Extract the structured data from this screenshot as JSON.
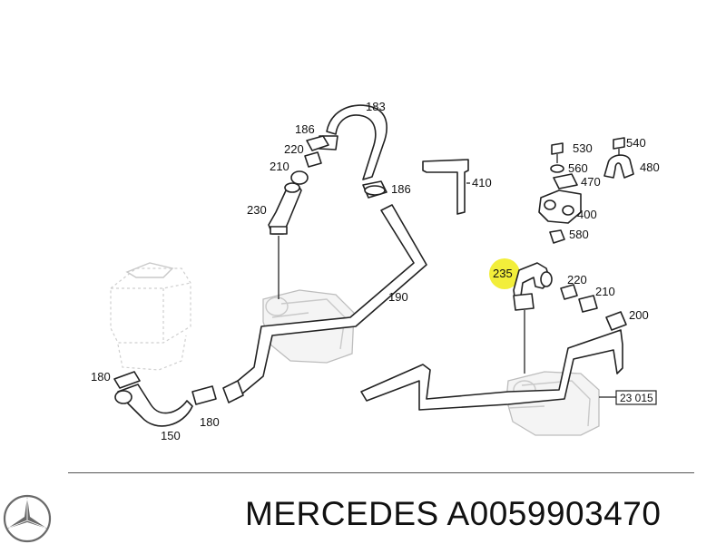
{
  "footer": {
    "brand": "MERCEDES",
    "part_number": "A0059903470"
  },
  "callouts": {
    "c183": "183",
    "c186a": "186",
    "c220a": "220",
    "c210a": "210",
    "c186b": "186",
    "c230": "230",
    "c190": "190",
    "c410": "410",
    "c530": "530",
    "c540": "540",
    "c560": "560",
    "c480": "480",
    "c470": "470",
    "c400": "400",
    "c580": "580",
    "c235": "235",
    "c220b": "220",
    "c210b": "210",
    "c200": "200",
    "c23015": "23 015",
    "c180a": "180",
    "c180b": "180",
    "c150": "150"
  },
  "highlight": {
    "callout": "235",
    "color": "#f2ee3a"
  },
  "logo": {
    "icon": "three-pointed-star-icon",
    "color": "#6a6a6a"
  }
}
